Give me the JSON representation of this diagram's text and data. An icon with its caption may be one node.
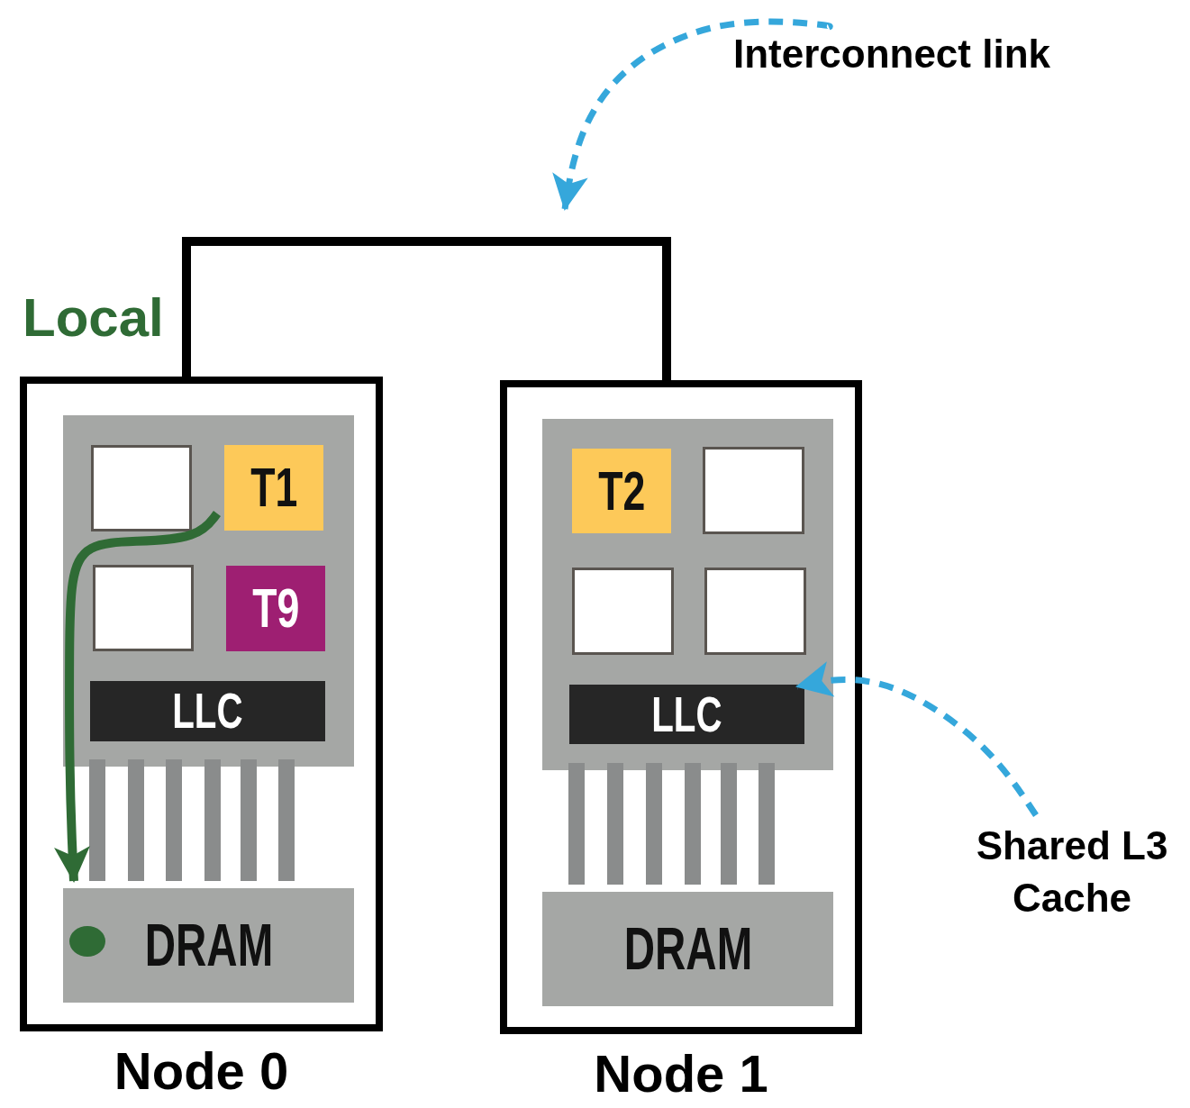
{
  "diagram": {
    "nodes": [
      {
        "text": [
          "Node 0"
        ]
      },
      {
        "text": [],
        "shape": "box",
        "in": 0
      },
      {
        "text": [],
        "shape": "box",
        "in": 1
      },
      {
        "text": [
          "T1"
        ],
        "in": 1
      },
      {
        "text": [],
        "shape": "box",
        "in": 1
      },
      {
        "text": [
          "T9"
        ],
        "in": 1
      },
      {
        "text": [
          "LLC"
        ],
        "in": 1
      },
      {
        "text": [
          "DRAM"
        ],
        "in": 0
      },
      {
        "text": [
          "Node 1"
        ]
      },
      {
        "text": [],
        "shape": "box",
        "in": 8
      },
      {
        "text": [
          "T2"
        ],
        "in": 9
      },
      {
        "text": [],
        "shape": "box",
        "in": 9
      },
      {
        "text": [],
        "shape": "box",
        "in": 9
      },
      {
        "text": [],
        "shape": "box",
        "in": 9
      },
      {
        "text": [
          "LLC"
        ],
        "in": 9
      },
      {
        "text": [
          "DRAM"
        ],
        "in": 8
      },
      {
        "text": [
          "Interconnect link"
        ]
      },
      {
        "text": [
          "Shared L3 Cache"
        ]
      }
    ],
    "edges": [
      {
        "from": 0,
        "to": 8,
        "arrow": "none",
        "color": "#000000"
      },
      {
        "from": 16,
        "to": null,
        "arrow": "to",
        "style": "dashed",
        "color": "#35a7db"
      },
      {
        "from": 17,
        "to": 14,
        "arrow": "to",
        "style": "dashed",
        "color": "#35a7db"
      },
      {
        "from": 3,
        "to": 7,
        "arrow": "to",
        "color": "#2f6b35"
      }
    ],
    "labels": [
      "Local"
    ]
  }
}
